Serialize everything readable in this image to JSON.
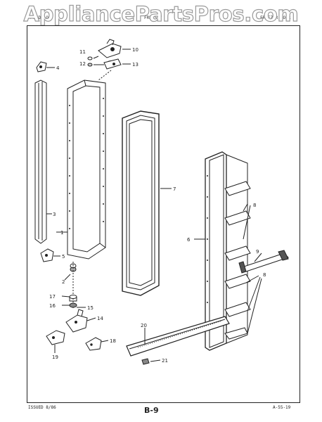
{
  "watermark": "AppliancePartsPros.com",
  "header": {
    "left": "A-SIDE-O",
    "center": "FRN-SEV",
    "right": "FREEZER DOOR"
  },
  "footer": {
    "issued": "ISSUED 8/86",
    "page": "B-9",
    "code": "A-55-19"
  },
  "callouts": {
    "c1": "1",
    "c2": "2",
    "c3": "3",
    "c4": "4",
    "c5": "5",
    "c6": "6",
    "c7": "7",
    "c8a": "8",
    "c8b": "8",
    "c9": "9",
    "c10": "10",
    "c11": "11",
    "c12": "12",
    "c13": "13",
    "c14": "14",
    "c15": "15",
    "c16": "16",
    "c17": "17",
    "c18": "18",
    "c19": "19",
    "c20": "20",
    "c21": "21"
  },
  "colors": {
    "line": "#222222",
    "watermark": "#9a9a9a",
    "paper": "#ffffff"
  }
}
